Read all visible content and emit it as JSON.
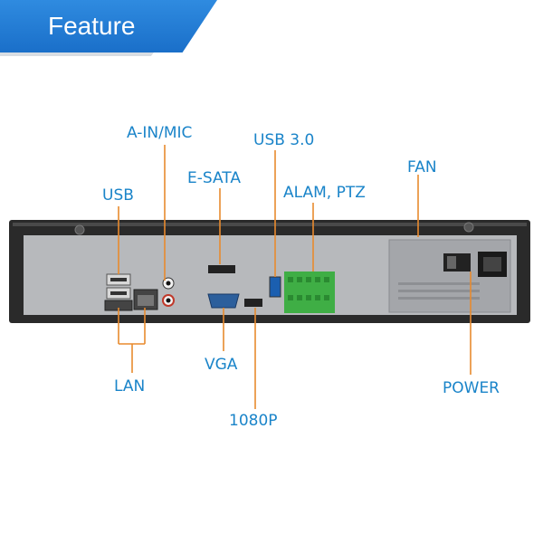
{
  "banner": {
    "title": "Feature"
  },
  "callouts": {
    "a_in_mic": "A-IN/MIC",
    "usb30": "USB 3.0",
    "usb": "USB",
    "esata": "E-SATA",
    "alarm_ptz": "ALAM, PTZ",
    "fan": "FAN",
    "lan": "LAN",
    "vga": "VGA",
    "hdmi_1080p": "1080P",
    "power": "POWER"
  },
  "colors": {
    "banner": "#1f7bd6",
    "callout_text": "#1a84c9",
    "leader_line": "#e88a2e",
    "chassis": "#2a2a2a",
    "panel": "#b7b9bc",
    "terminal_block": "#3fae45"
  }
}
